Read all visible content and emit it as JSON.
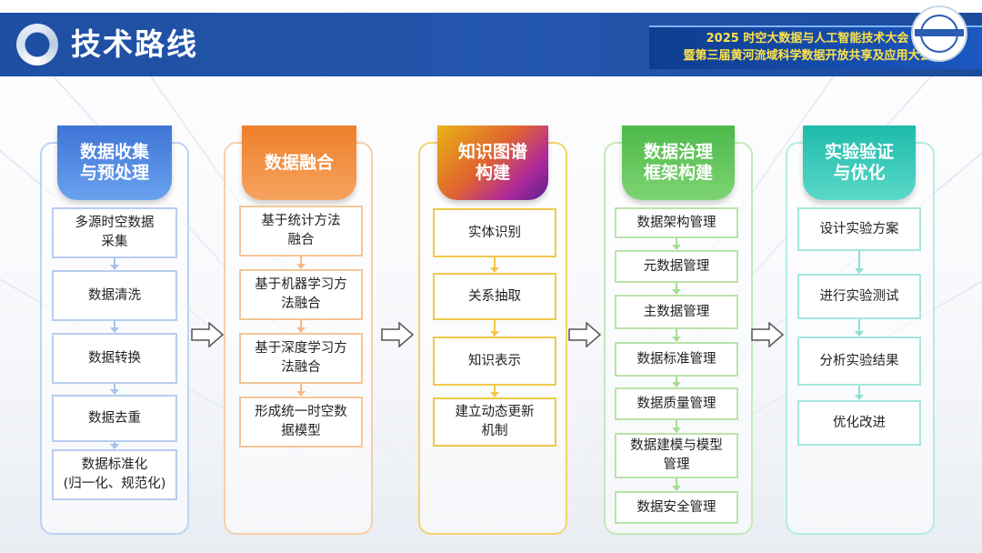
{
  "header": {
    "title": "技术路线",
    "conference_line1": "2025 时空大数据与人工智能技术大会",
    "conference_line2": "暨第三届黄河流域科学数据开放共享及应用大会"
  },
  "columns": [
    {
      "heading": "数据收集\n与预处理",
      "color": "#4a86e0",
      "items": [
        "多源时空数据\n采集",
        "数据清洗",
        "数据转换",
        "数据去重",
        "数据标准化\n(归一化、规范化)"
      ]
    },
    {
      "heading": "数据融合",
      "color": "#f08a3c",
      "items": [
        "基于统计方法\n融合",
        "基于机器学习方\n法融合",
        "基于深度学习方\n法融合",
        "形成统一时空数\n据模型"
      ]
    },
    {
      "heading": "知识图谱\n构建",
      "color": "#e8b020",
      "items": [
        "实体识别",
        "关系抽取",
        "知识表示",
        "建立动态更新\n机制"
      ]
    },
    {
      "heading": "数据治理\n框架构建",
      "color": "#5cc45a",
      "items": [
        "数据架构管理",
        "元数据管理",
        "主数据管理",
        "数据标准管理",
        "数据质量管理",
        "数据建模与模型\n管理",
        "数据安全管理"
      ]
    },
    {
      "heading": "实验验证\n与优化",
      "color": "#2cc4b4",
      "items": [
        "设计实验方案",
        "进行实验测试",
        "分析实验结果",
        "优化改进"
      ]
    }
  ]
}
